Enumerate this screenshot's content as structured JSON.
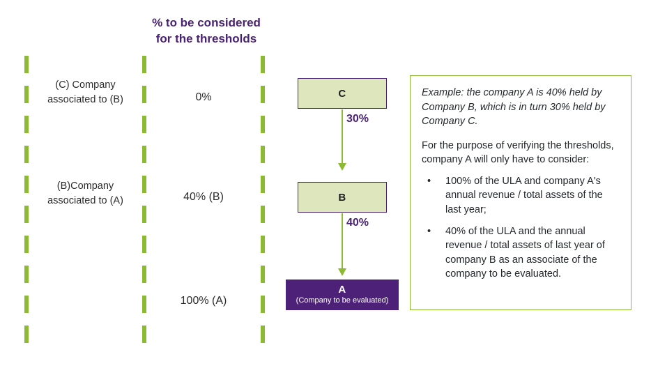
{
  "colors": {
    "purple": "#4d2178",
    "purple_text": "#4a2273",
    "green": "#8cba32",
    "box_green_fill": "#dde6bd",
    "text_dark": "#2b2b2b"
  },
  "header": {
    "line1": "% to be considered",
    "line2": "for the thresholds"
  },
  "rows": [
    {
      "label_line1": "(C) Company",
      "label_line2": "associated to (B)",
      "percent": "0%"
    },
    {
      "label_line1": "(B)Company",
      "label_line2": "associated to (A)",
      "percent": "40% (B)"
    },
    {
      "label_line1": "",
      "label_line2": "",
      "percent": "100% (A)"
    }
  ],
  "boxes": [
    {
      "name": "C",
      "sub": "",
      "style": "green"
    },
    {
      "name": "B",
      "sub": "",
      "style": "green"
    },
    {
      "name": "A",
      "sub": "(Company to be evaluated)",
      "style": "purple"
    }
  ],
  "arrows": [
    {
      "from": "C",
      "to": "B",
      "label": "30%"
    },
    {
      "from": "B",
      "to": "A",
      "label": "40%"
    }
  ],
  "note": {
    "lead": "Example: the company A is 40% held by Company B, which is in turn 30% held by Company C.",
    "body": "For the purpose of verifying the thresholds, company A will only have to consider:",
    "bullet_char": "•",
    "bullets": [
      "100% of the ULA and company A's annual revenue / total assets of the last year;",
      "40% of the ULA and the annual revenue / total assets of last year of company B as an associate of the company to be evaluated."
    ]
  }
}
